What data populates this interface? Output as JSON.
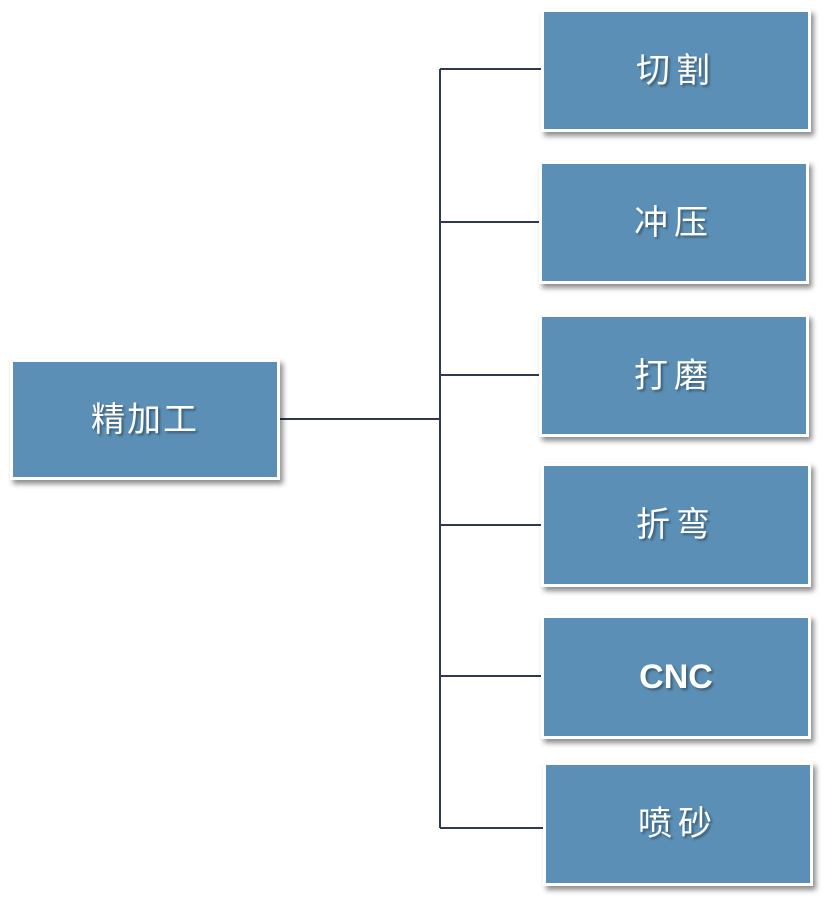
{
  "diagram": {
    "root": {
      "label": "精加工"
    },
    "children": [
      {
        "label": "切割"
      },
      {
        "label": "冲压"
      },
      {
        "label": "打磨"
      },
      {
        "label": "折弯"
      },
      {
        "label": "CNC"
      },
      {
        "label": "喷砂"
      }
    ]
  },
  "colors": {
    "node_fill": "#5b8fb5",
    "node_border": "#ffffff",
    "node_text": "#ffffff",
    "connector": "#2f3a52"
  }
}
